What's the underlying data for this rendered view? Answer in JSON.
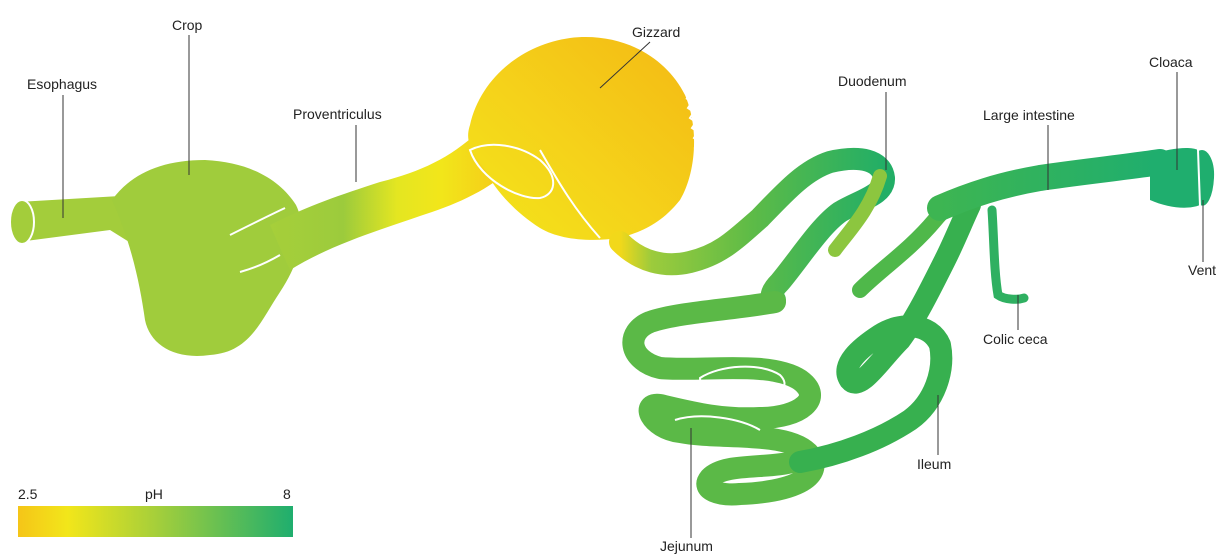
{
  "labels": {
    "esophagus": "Esophagus",
    "crop": "Crop",
    "proventriculus": "Proventriculus",
    "gizzard": "Gizzard",
    "duodenum": "Duodenum",
    "large_intestine": "Large intestine",
    "cloaca": "Cloaca",
    "vent": "Vent",
    "colic_ceca": "Colic ceca",
    "ileum": "Ileum",
    "jejunum": "Jejunum"
  },
  "legend": {
    "title": "pH",
    "min": "2.5",
    "max": "8",
    "colors": {
      "low": "#f5c518",
      "mid_low": "#f2e61a",
      "mid": "#a6cf3a",
      "high": "#1fae6e"
    }
  }
}
